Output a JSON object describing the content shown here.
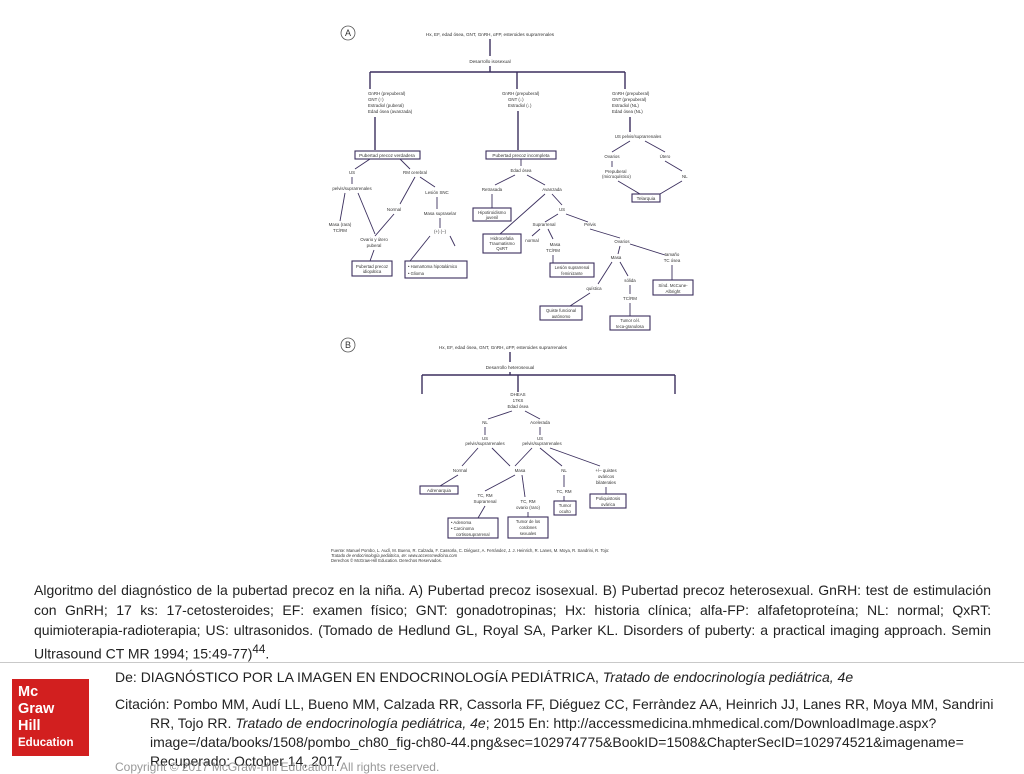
{
  "diagram": {
    "panel_a": {
      "letter": "A",
      "top_box": "Hx, EF, edad ósea, GNT, GnRH, αFP, esteroides suprarrenales",
      "sub_title": "Desarrollo isosexual",
      "branch1": [
        "GnRH (prepuberal)",
        "GNT (↑)",
        "Estradiol (puberal)",
        "Edad ósea (avanzada)"
      ],
      "branch2": [
        "GnRH (prepuberal)",
        "GNT (↓)",
        "Estradiol (↓)"
      ],
      "branch3": [
        "GnRH (prepuberal)",
        "GNT (prepuberal)",
        "Estradiol (NL)",
        "Edad ósea (NL)"
      ],
      "pp_true": "Pubertad precoz verdadera",
      "pp_incomplete": "Pubertad precoz incompleta",
      "us_pelvic": "US pelvis/suprarrenales",
      "ovaries": "Ovarios",
      "uterus": "Útero",
      "prepuberal": [
        "Prepuberal",
        "(microquístico)"
      ],
      "nl": "NL",
      "telarquia": "Telarquia",
      "us": "US",
      "mri_cerebral": "RM cerebral",
      "pelvis_supra": "pelvis/suprarrenales",
      "normal": "Normal",
      "lesion_snc": "Lesión SNC",
      "masa_renal": [
        "Masa (rara)",
        "TC/RM"
      ],
      "ovario_utero": [
        "Ovario y útero",
        "puberal"
      ],
      "masa_supra": "Masa supraselar",
      "plus_minus": "(+)   (–)",
      "pp_idiopatica": [
        "Pubertad precoz",
        "idiopática"
      ],
      "hamartoma": [
        "• Hamartoma hipotalámico",
        "• Glioma"
      ],
      "edad_osea": "Edad ósea",
      "retrasada": "Retrasada",
      "avanzada": "Avanzada",
      "hipotiroidismo": [
        "Hipotiroidismo",
        "juvenil"
      ],
      "hidrocefalia": [
        "Hidrocefalia",
        "Traumatismo",
        "QxRT"
      ],
      "suprarrenal": "Suprarrenal",
      "normal2": "normal",
      "pelvis": "Pelvis",
      "masa_tcrm": [
        "Masa",
        "TC/RM"
      ],
      "ovarios2": "Ovarios",
      "tamano": [
        "tamaño",
        "TC ósea"
      ],
      "masa": "Masa",
      "lesion_supra": [
        "Lesión suprarrenal",
        "feminizante"
      ],
      "quistica": "quística",
      "solida": "sólida",
      "tcrm": "TC/RM",
      "mccune": [
        "Sínd. McCune-",
        "Albright"
      ],
      "quiste": [
        "Quiste funcional",
        "autónomo"
      ],
      "tumor": [
        "Tumor cél.",
        "teca-granulosa"
      ]
    },
    "panel_b": {
      "letter": "B",
      "top_box": "Hx, EF, edad ósea, GNT, GnRH, αFP, esteroides suprarrenales",
      "sub_title": "Desarrollo heterosexual",
      "mid": [
        "DHEAS",
        "17KS",
        "Edad ósea"
      ],
      "nl": "NL",
      "acelerada": "Acelerada",
      "us_left": [
        "US",
        "pelvis/suprarrenales"
      ],
      "us_right": [
        "US",
        "pelvis/suprarrenales"
      ],
      "normal": "Normal",
      "masa": "Masa",
      "nl2": "NL",
      "quistes": [
        "+/– quistes",
        "ováricos",
        "bilaterales"
      ],
      "adrenarquia": "Adrenarquia",
      "tcrm_supra": [
        "TC, RM",
        "Suprarrenal"
      ],
      "tcrm_ovario": [
        "TC, RM",
        "ovario (raro)"
      ],
      "tcrm": "TC, RM",
      "poliquistosis": [
        "Poliquistosis",
        "ovárica"
      ],
      "tumor_oculto": [
        "Tumor",
        "oculto"
      ],
      "adenoma": [
        "• Adenoma",
        "• Carcinoma",
        "cortisosuprarrenal"
      ],
      "tumor_cordones": [
        "Tumor de los",
        "cordones",
        "sexuales"
      ]
    },
    "source_line1": "Fuente: Manuel Pombo, L. Audí, M. Bueno, R. Calzada, F. Cassorla, C. Diéguez, A. Ferrández, J. J. Heinrich, R. Lanes, M. Moya, R. Sandrini, R. Tojo:",
    "source_line2": "Tratado de endocrinología pediátrica, 4e: www.accessmedicina.com",
    "source_line3": "Derechos © McGraw-Hill Education. Derechos Reservados."
  },
  "caption": {
    "text": "Algoritmo del diagnóstico de la pubertad precoz en la niña. A) Pubertad precoz isosexual. B) Pubertad precoz heterosexual. GnRH: test de estimulación con GnRH; 17 ks: 17-cetosteroides; EF: examen físico; GNT: gonadotropinas; Hx: historia clínica; alfa-FP: alfafetoproteína; NL: normal; QxRT: quimioterapia-radioterapia; US: ultrasonidos. (Tomado de Hedlund GL, Royal SA, Parker KL. Disorders of puberty: a practical imaging approach. Semin Ultrasound CT MR 1994; 15:49-77)",
    "sup": "44",
    "tail": "."
  },
  "logo": {
    "lines": [
      "Mc",
      "Graw",
      "Hill",
      "Education"
    ],
    "color": "#d21f1f"
  },
  "source": {
    "de_prefix": "De: ",
    "de_title": "DIAGNÓSTICO POR LA IMAGEN EN ENDOCRINOLOGÍA PEDIÁTRICA, ",
    "de_book": "Tratado de endocrinología pediátrica, 4e",
    "cita_prefix": "Citación: Pombo MM, Audí LL, Bueno MM, Calzada RR, Cassorla FF, Diéguez CC, Ferràndez AA, Heinrich JJ, Lanes RR, Moya MM, Sandrini RR, Tojo RR. ",
    "cita_book": "Tratado de endocrinología pediátrica, 4e",
    "cita_rest": "; 2015 En: http://accessmedicina.mhmedical.com/DownloadImage.aspx?image=/data/books/1508/pombo_ch80_fig-ch80-44.png&sec=102974775&BookID=1508&ChapterSecID=102974521&imagename= Recuperado: October 14, 2017"
  },
  "copyright": "Copyright © 2017 McGraw-Hill Education. All rights reserved."
}
